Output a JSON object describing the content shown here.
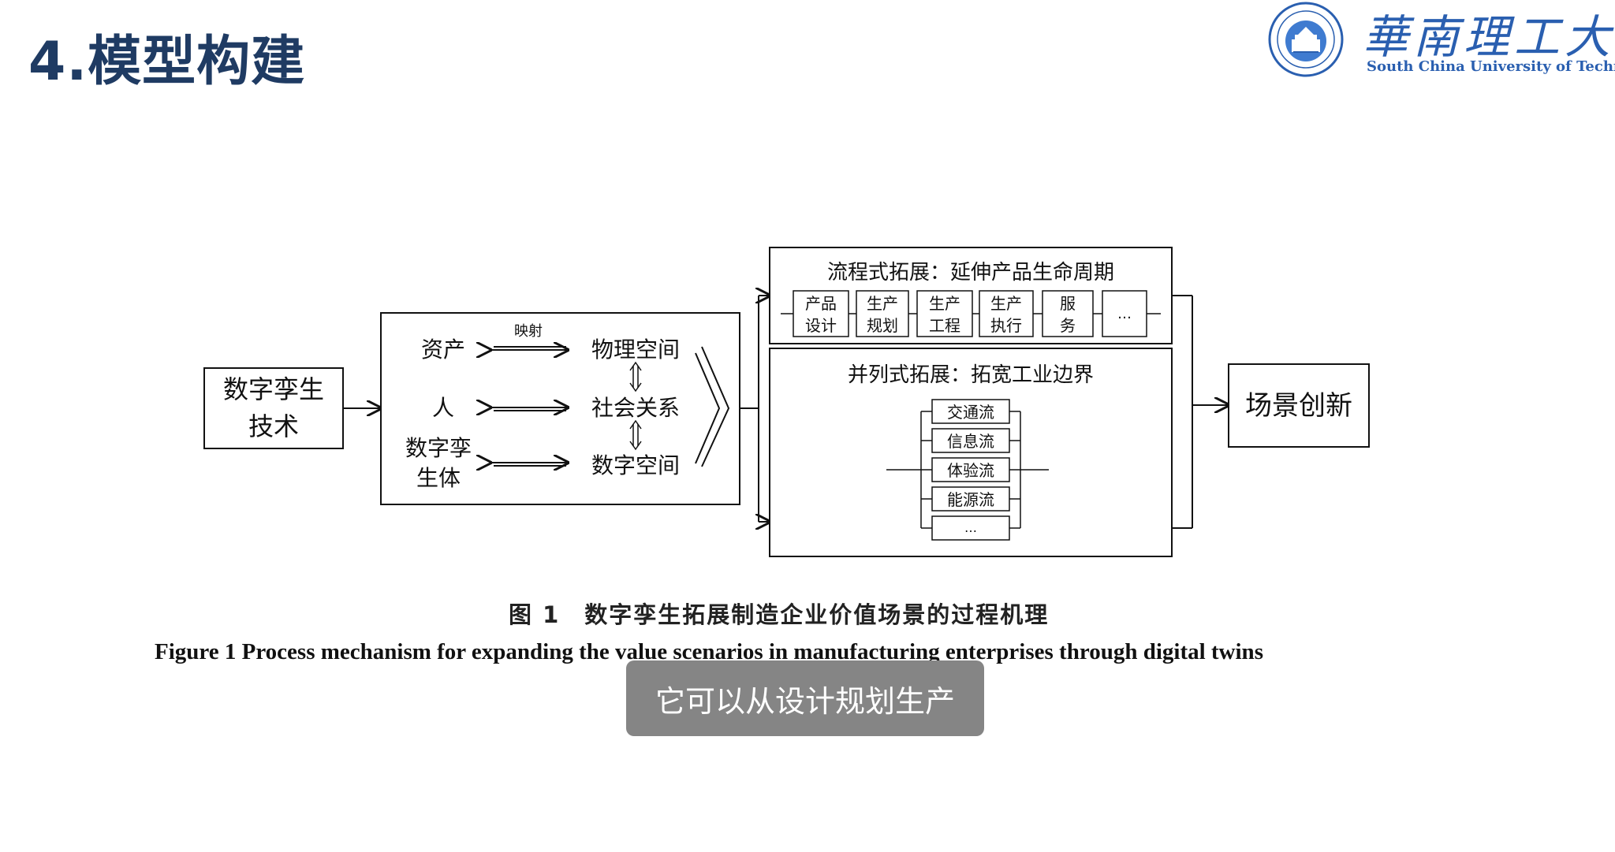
{
  "slide": {
    "title": "4.模型构建"
  },
  "logo": {
    "cn_name": "華南理工大學",
    "en_name": "South China University of Technology",
    "icon": "university-seal"
  },
  "diagram": {
    "left_box": [
      "数字孪生",
      "技术"
    ],
    "mapping_label": "映射",
    "left_items": [
      "资产",
      "人",
      "数字孪",
      "生体"
    ],
    "right_items": [
      "物理空间",
      "社会关系",
      "数字空间"
    ],
    "process_title": "流程式拓展：延伸产品生命周期",
    "process_steps": [
      [
        "产品",
        "设计"
      ],
      [
        "生产",
        "规划"
      ],
      [
        "生产",
        "工程"
      ],
      [
        "生产",
        "执行"
      ],
      [
        "服",
        "务"
      ],
      [
        "…",
        ""
      ]
    ],
    "parallel_title": "并列式拓展：拓宽工业边界",
    "parallel_items": [
      "交通流",
      "信息流",
      "体验流",
      "能源流",
      "…"
    ],
    "result_box": "场景创新"
  },
  "caption": {
    "cn": "图 1　数字孪生拓展制造企业价值场景的过程机理",
    "en": "Figure 1    Process mechanism for expanding the value scenarios in manufacturing enterprises through digital twins"
  },
  "subtitle": "它可以从设计规划生产"
}
